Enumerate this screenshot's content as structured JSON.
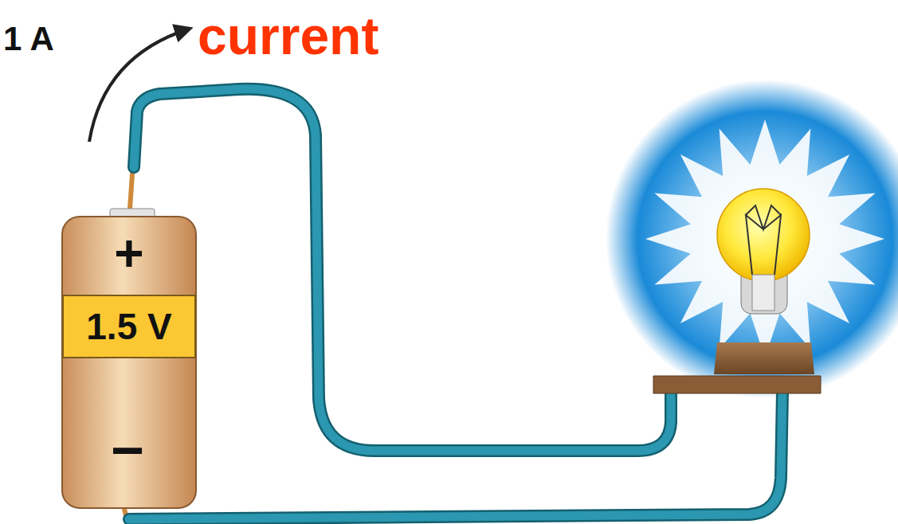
{
  "diagram": {
    "nodes": [
      {
        "text": [
          "1.5 V"
        ]
      }
    ],
    "labels": [
      "1 A",
      "current",
      "+",
      "−"
    ]
  }
}
